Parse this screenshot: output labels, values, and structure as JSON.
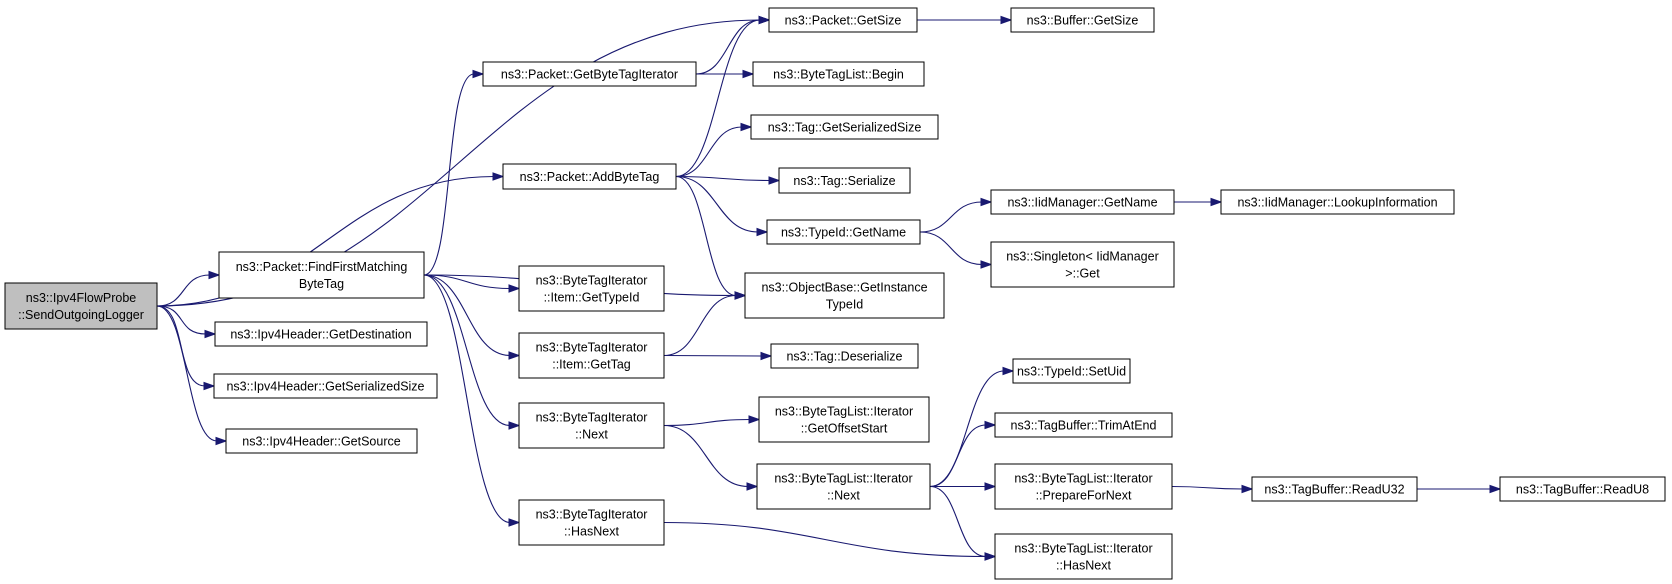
{
  "colors": {
    "edge": "#191970",
    "node_border": "#000000",
    "root_fill": "#bfbfbf",
    "node_fill": "#ffffff"
  },
  "nodes": [
    {
      "id": "root",
      "lines": [
        "ns3::Ipv4FlowProbe",
        "::SendOutgoingLogger"
      ]
    },
    {
      "id": "pkt_getsize",
      "lines": [
        "ns3::Packet::GetSize"
      ]
    },
    {
      "id": "buf_getsize",
      "lines": [
        "ns3::Buffer::GetSize"
      ]
    },
    {
      "id": "pkt_getbytetagit",
      "lines": [
        "ns3::Packet::GetByteTagIterator"
      ]
    },
    {
      "id": "btl_begin",
      "lines": [
        "ns3::ByteTagList::Begin"
      ]
    },
    {
      "id": "tag_getsersize",
      "lines": [
        "ns3::Tag::GetSerializedSize"
      ]
    },
    {
      "id": "pkt_addbytetag",
      "lines": [
        "ns3::Packet::AddByteTag"
      ]
    },
    {
      "id": "tag_serialize",
      "lines": [
        "ns3::Tag::Serialize"
      ]
    },
    {
      "id": "iid_getname",
      "lines": [
        "ns3::IidManager::GetName"
      ]
    },
    {
      "id": "iid_lookup",
      "lines": [
        "ns3::IidManager::LookupInformation"
      ]
    },
    {
      "id": "typeid_getname",
      "lines": [
        "ns3::TypeId::GetName"
      ]
    },
    {
      "id": "singleton_get",
      "lines": [
        "ns3::Singleton< IidManager",
        "  >::Get"
      ]
    },
    {
      "id": "pkt_findfirst",
      "lines": [
        "ns3::Packet::FindFirstMatching",
        "ByteTag"
      ]
    },
    {
      "id": "objbase_gitid",
      "lines": [
        "ns3::ObjectBase::GetInstance",
        "TypeId"
      ]
    },
    {
      "id": "bti_item_gettypeid",
      "lines": [
        "ns3::ByteTagIterator",
        "::Item::GetTypeId"
      ]
    },
    {
      "id": "ipv4_getdest",
      "lines": [
        "ns3::Ipv4Header::GetDestination"
      ]
    },
    {
      "id": "bti_item_gettag",
      "lines": [
        "ns3::ByteTagIterator",
        "::Item::GetTag"
      ]
    },
    {
      "id": "tag_deserialize",
      "lines": [
        "ns3::Tag::Deserialize"
      ]
    },
    {
      "id": "typeid_setuid",
      "lines": [
        "ns3::TypeId::SetUid"
      ]
    },
    {
      "id": "ipv4_getsersize",
      "lines": [
        "ns3::Ipv4Header::GetSerializedSize"
      ]
    },
    {
      "id": "tagbuf_trim",
      "lines": [
        "ns3::TagBuffer::TrimAtEnd"
      ]
    },
    {
      "id": "btli_getoffset",
      "lines": [
        "ns3::ByteTagList::Iterator",
        "::GetOffsetStart"
      ]
    },
    {
      "id": "bti_next",
      "lines": [
        "ns3::ByteTagIterator",
        "::Next"
      ]
    },
    {
      "id": "ipv4_getsource",
      "lines": [
        "ns3::Ipv4Header::GetSource"
      ]
    },
    {
      "id": "btli_next",
      "lines": [
        "ns3::ByteTagList::Iterator",
        "::Next"
      ]
    },
    {
      "id": "btli_prepare",
      "lines": [
        "ns3::ByteTagList::Iterator",
        "::PrepareForNext"
      ]
    },
    {
      "id": "tagbuf_readu32",
      "lines": [
        "ns3::TagBuffer::ReadU32"
      ]
    },
    {
      "id": "tagbuf_readu8",
      "lines": [
        "ns3::TagBuffer::ReadU8"
      ]
    },
    {
      "id": "bti_hasnext",
      "lines": [
        "ns3::ByteTagIterator",
        "::HasNext"
      ]
    },
    {
      "id": "btli_hasnext",
      "lines": [
        "ns3::ByteTagList::Iterator",
        "::HasNext"
      ]
    }
  ],
  "edges": [
    [
      "root",
      "pkt_getsize"
    ],
    [
      "root",
      "pkt_addbytetag"
    ],
    [
      "root",
      "pkt_findfirst"
    ],
    [
      "root",
      "ipv4_getdest"
    ],
    [
      "root",
      "ipv4_getsersize"
    ],
    [
      "root",
      "ipv4_getsource"
    ],
    [
      "pkt_getsize",
      "buf_getsize"
    ],
    [
      "pkt_getbytetagit",
      "pkt_getsize"
    ],
    [
      "pkt_getbytetagit",
      "btl_begin"
    ],
    [
      "pkt_addbytetag",
      "pkt_getsize"
    ],
    [
      "pkt_addbytetag",
      "tag_getsersize"
    ],
    [
      "pkt_addbytetag",
      "tag_serialize"
    ],
    [
      "pkt_addbytetag",
      "typeid_getname"
    ],
    [
      "pkt_addbytetag",
      "objbase_gitid"
    ],
    [
      "typeid_getname",
      "iid_getname"
    ],
    [
      "typeid_getname",
      "singleton_get"
    ],
    [
      "iid_getname",
      "iid_lookup"
    ],
    [
      "pkt_findfirst",
      "pkt_getbytetagit"
    ],
    [
      "pkt_findfirst",
      "objbase_gitid"
    ],
    [
      "pkt_findfirst",
      "bti_item_gettypeid"
    ],
    [
      "pkt_findfirst",
      "bti_item_gettag"
    ],
    [
      "pkt_findfirst",
      "bti_next"
    ],
    [
      "pkt_findfirst",
      "bti_hasnext"
    ],
    [
      "bti_item_gettag",
      "objbase_gitid"
    ],
    [
      "bti_item_gettag",
      "tag_deserialize"
    ],
    [
      "bti_next",
      "btli_getoffset"
    ],
    [
      "bti_next",
      "btli_next"
    ],
    [
      "bti_hasnext",
      "btli_hasnext"
    ],
    [
      "btli_next",
      "typeid_setuid"
    ],
    [
      "btli_next",
      "tagbuf_trim"
    ],
    [
      "btli_next",
      "btli_prepare"
    ],
    [
      "btli_next",
      "btli_hasnext"
    ],
    [
      "btli_prepare",
      "tagbuf_readu32"
    ],
    [
      "tagbuf_readu32",
      "tagbuf_readu8"
    ]
  ]
}
